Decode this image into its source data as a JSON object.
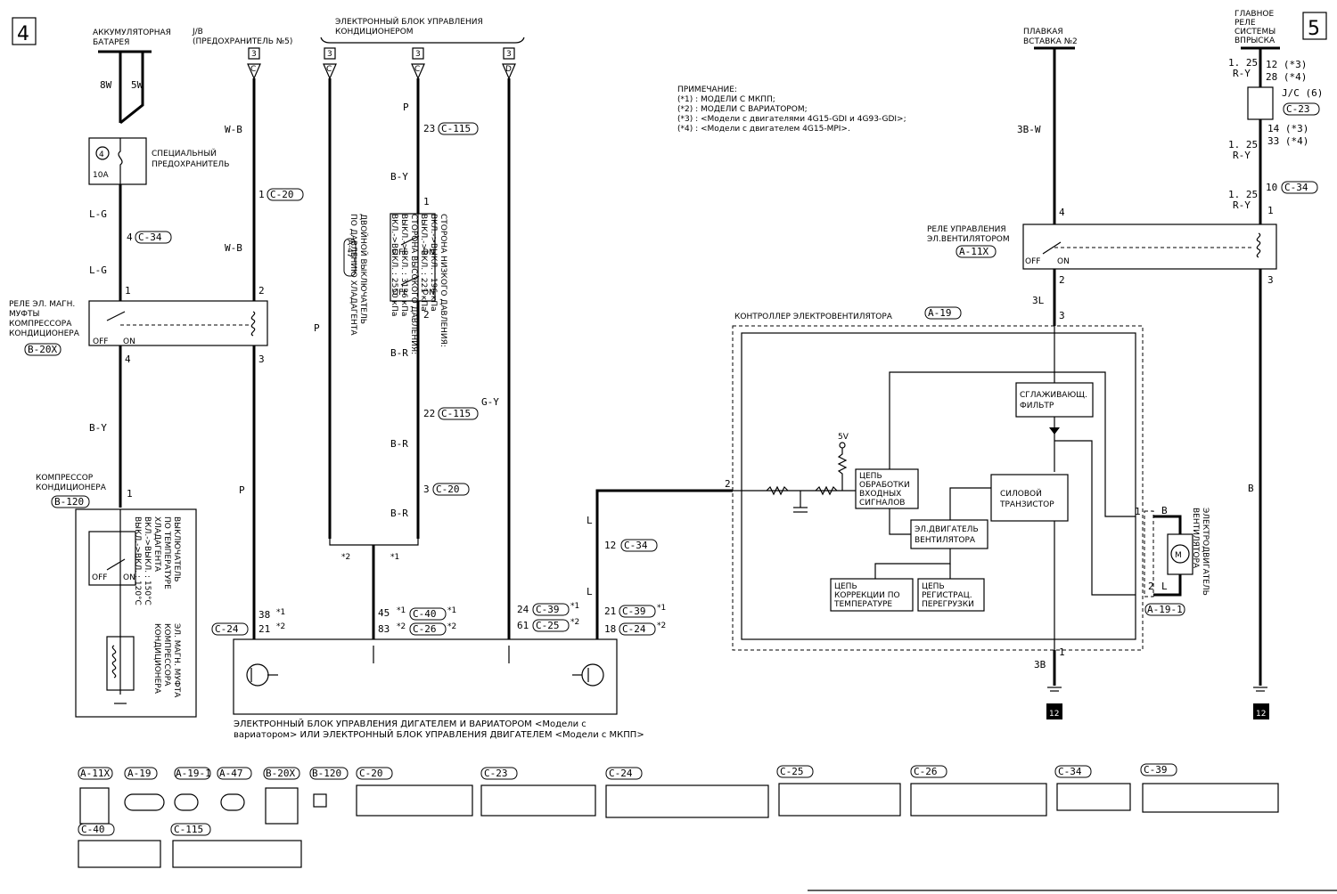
{
  "page_numbers": {
    "left": "4",
    "right": "5"
  },
  "battery": {
    "label1": "АККУМУЛЯТОРНАЯ",
    "label2": "БАТАРЕЯ",
    "wire_a": "8W",
    "wire_b": "5W"
  },
  "special_fuse": {
    "num": "4",
    "rating": "10A",
    "label1": "СПЕЦИАЛЬНЫЙ",
    "label2": "ПРЕДОХРАНИТЕЛЬ"
  },
  "jb": {
    "label1": "J/B",
    "label2": "(ПРЕДОХРАНИТЕЛЬ №5)",
    "conn": "3",
    "pin": "C"
  },
  "ac_ecu": {
    "label1": "ЭЛЕКТРОННЫЙ БЛОК УПРАВЛЕНИЯ",
    "label2": "КОНДИЦИОНЕРОМ",
    "conn": "3",
    "pins": [
      "C",
      "C",
      "D"
    ]
  },
  "fusible_link": {
    "label1": "ПЛАВКАЯ",
    "label2": "ВСТАВКА №2",
    "wire": "3B-W"
  },
  "main_relay": {
    "label1": "ГЛАВНОЕ",
    "label2": "РЕЛЕ",
    "label3": "СИСТЕМЫ",
    "label4": "ВПРЫСКА",
    "wire": "1. 25",
    "wire2": "R-Y",
    "pin1": "12 (*3)",
    "pin2": "28 (*4)",
    "jc": "J/C (6)",
    "jc_conn": "C-23",
    "pin3": "14 (*3)",
    "pin4": "33 (*4)",
    "pin5": "10",
    "conn": "C-34",
    "pin6": "1",
    "pin7": "3",
    "wire_out": "B"
  },
  "notes": {
    "title": "ПРИМЕЧАНИЕ:",
    "lines": [
      "(*1) : МОДЕЛИ С МКПП;",
      "(*2) : МОДЕЛИ С ВАРИАТОРОМ;",
      "(*3) : <Модели с двигателями 4G15-GDI и 4G93-GDI>;",
      "(*4) : <Модели с двигателем 4G15-MPI>."
    ]
  },
  "wires": {
    "lg1": "L-G",
    "lg2": "L-G",
    "by1": "B-Y",
    "wb1": "W-B",
    "wb2": "W-B",
    "p1": "P",
    "p2": "P",
    "p3": "P",
    "by2": "B-Y",
    "br1": "B-R",
    "br2": "B-R",
    "br3": "B-R",
    "gy": "G-Y",
    "l1": "L",
    "l2": "L",
    "3l": "3L",
    "3b": "3B",
    "b": "B",
    "l": "L"
  },
  "pins": {
    "c34_4": "4",
    "c20_1": "1",
    "c115_23": "23",
    "c115_1": "1",
    "c115_2": "2",
    "c115_22": "22",
    "c20_3": "3",
    "r_1": "1",
    "r_2": "2",
    "r_4": "4",
    "r_3": "3",
    "comp_1": "1",
    "ecu_38": "38",
    "ecu_21": "21",
    "ecu_45": "45",
    "ecu_83": "83",
    "ecu_24": "24",
    "ecu_61": "61",
    "ecu_21b": "21",
    "ecu_18": "18",
    "fan_r4": "4",
    "fan_r2": "2",
    "ctrl_3": "3",
    "ctrl_2": "2",
    "ctrl_1": "1",
    "c34_12": "12",
    "m1": "1",
    "m2": "2",
    "s1": "*1",
    "s2": "*2"
  },
  "connectors": {
    "c34": "C-34",
    "c20": "C-20",
    "c115": "C-115",
    "b20x": "B-20X",
    "b120": "B-120",
    "a47": "A-47",
    "c24": "C-24",
    "c40": "C-40",
    "c26": "C-26",
    "c39": "C-39",
    "c25": "C-25",
    "a11x": "A-11X",
    "a19": "A-19",
    "a191": "A-19-1",
    "c23": "C-23"
  },
  "comp_relay": {
    "label1": "РЕЛЕ ЭЛ. МАГН.",
    "label2": "МУФТЫ",
    "label3": "КОМПРЕССОРА",
    "label4": "КОНДИЦИОНЕРА",
    "off": "OFF",
    "on": "ON"
  },
  "compressor": {
    "label1": "КОМПРЕССОР",
    "label2": "КОНДИЦИОНЕРА",
    "sw1": "ВЫКЛЮЧАТЕЛЬ",
    "sw2": "ПО ТЕМПЕРАТУРЕ",
    "sw3": "ХЛАДАГЕНТА",
    "sw4": "ВКЛ.->ВЫКЛ. : 150°C",
    "sw5": "ВЫКЛ.->ВКЛ. : 120°C",
    "cl1": "ЭЛ. МАГН. МУФТА",
    "cl2": "КОМПРЕССОРА",
    "cl3": "КОНДИЦИОНЕРА"
  },
  "pressure_switch": {
    "l1": "ДВОЙНОЙ ВЫКЛЮЧАТЕЛЬ",
    "l2": "ПО ДАВЛЕНИЮ ХЛАДАГЕНТА",
    "s1": "СТОРОНА НИЗКОГО ДАВЛЕНИЯ:",
    "s2": "ВКЛ.->ВЫКЛ. : 196 кПа",
    "s3": "ВЫКЛ.->ВКЛ. : 221 кПа",
    "s4": "СТОРОНА ВЫСОКОГО ДАВЛЕНИЯ:",
    "s5": "ВЫКЛ.->ВКЛ. : 3136 кПа",
    "s6": "ВКЛ.->ВЫКЛ. : 2550 кПа"
  },
  "fan_relay": {
    "label1": "РЕЛЕ УПРАВЛЕНИЯ",
    "label2": "ЭЛ.ВЕНТИЛЯТОРОМ"
  },
  "fan_controller": {
    "title": "КОНТРОЛЛЕР ЭЛЕКТРОВЕНТИЛЯТОРА",
    "filter1": "СГЛАЖИВАЮЩ.",
    "filter2": "ФИЛЬТР",
    "input1": "ЦЕПЬ",
    "input2": "ОБРАБОТКИ",
    "input3": "ВХОДНЫХ",
    "input4": "СИГНАЛОВ",
    "v5": "5V",
    "power1": "СИЛОВОЙ",
    "power2": "ТРАНЗИСТОР",
    "motor1": "ЭЛ.ДВИГАТЕЛЬ",
    "motor2": "ВЕНТИЛЯТОРА",
    "temp1": "ЦЕПЬ",
    "temp2": "КОРРЕКЦИИ ПО",
    "temp3": "ТЕМПЕРАТУРЕ",
    "ovl1": "ЦЕПЬ",
    "ovl2": "РЕГИСТРАЦ.",
    "ovl3": "ПЕРЕГРУЗКИ"
  },
  "fan_motor": {
    "label1": "ЭЛЕКТРОДВИГАТЕЛЬ",
    "label2": "ВЕНТИЛЯТОРА"
  },
  "engine_ecu": {
    "label1": "ЭЛЕКТРОННЫЙ БЛОК УПРАВЛЕНИЯ ДИГАТЕЛЕМ И ВАРИАТОРОМ <Модели с",
    "label2": "вариатором> ИЛИ ЭЛЕКТРОННЫЙ БЛОК УПРАВЛЕНИЯ ДВИГАТЕЛЕМ <Модели с МКПП>"
  },
  "ground": {
    "num": "12"
  },
  "footer_connectors": [
    "A-11X",
    "A-19",
    "A-19-1",
    "A-47",
    "B-20X",
    "B-120",
    "C-20",
    "C-23",
    "C-24",
    "C-25",
    "C-26",
    "C-34",
    "C-39",
    "C-40",
    "C-115"
  ]
}
